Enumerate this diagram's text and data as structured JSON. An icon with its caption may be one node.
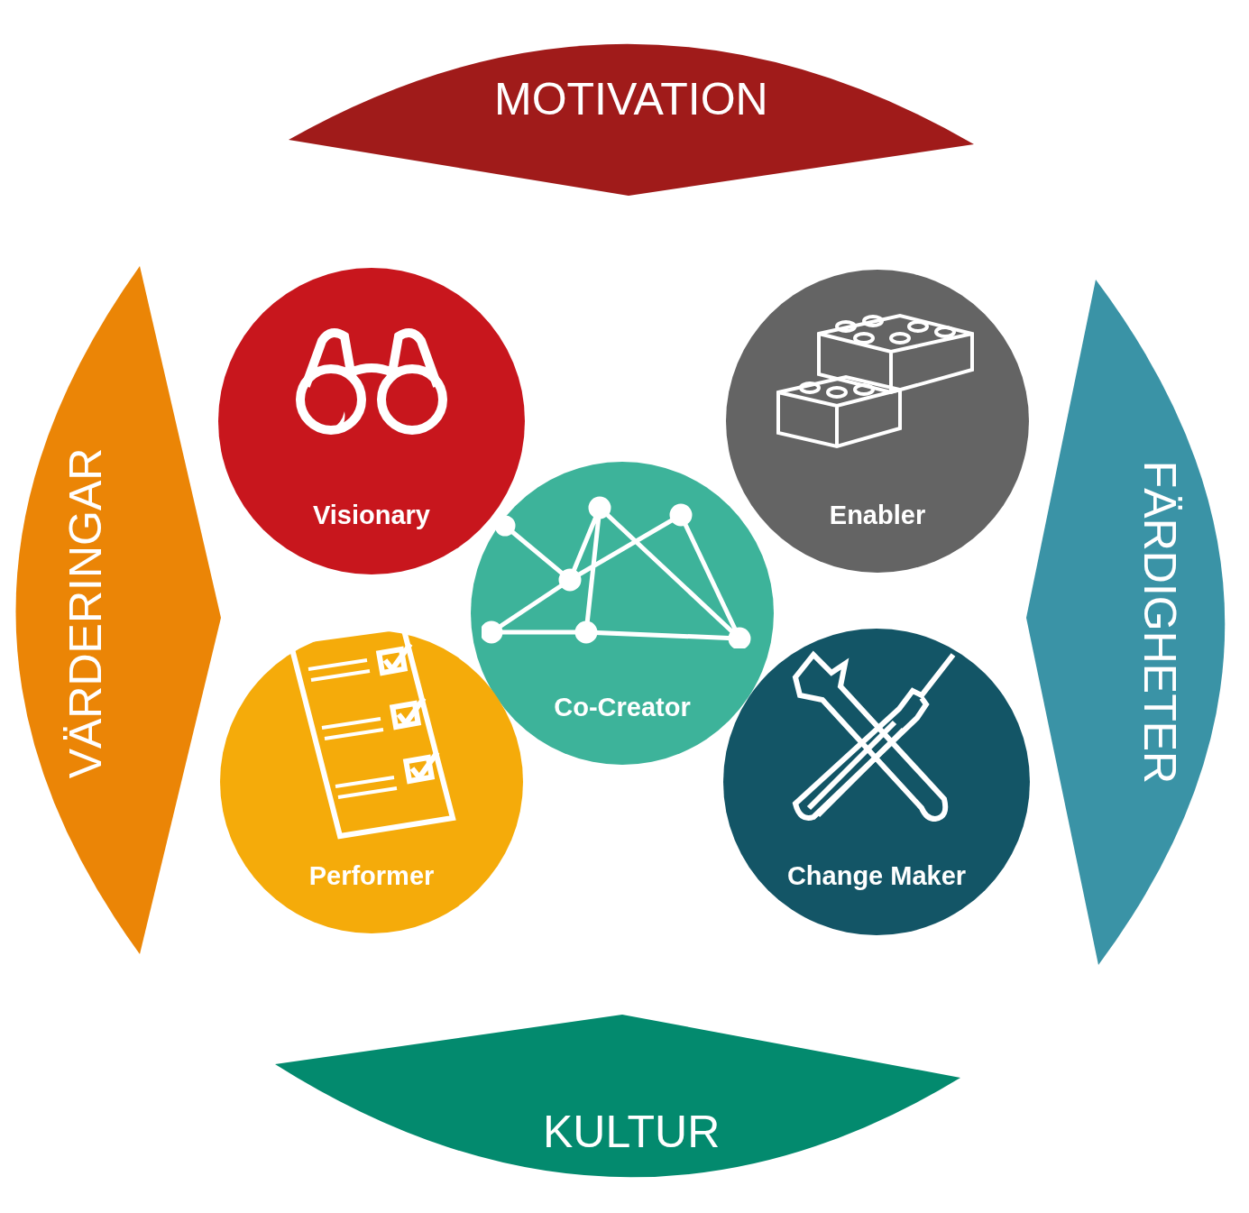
{
  "diagram": {
    "nodes": [
      {
        "text": [
          "MOTIVATION"
        ]
      },
      {
        "text": [
          "VÄRDERINGAR"
        ]
      },
      {
        "text": [
          "Visionary"
        ]
      },
      {
        "text": [
          "Enabler"
        ]
      },
      {
        "text": [
          "FÄRDIGHETER"
        ]
      },
      {
        "text": [
          "Co-Creator"
        ]
      },
      {
        "text": [
          "Performer"
        ]
      },
      {
        "text": [
          "Change Maker"
        ]
      },
      {
        "text": [
          "KULTUR"
        ]
      }
    ],
    "edges": []
  }
}
